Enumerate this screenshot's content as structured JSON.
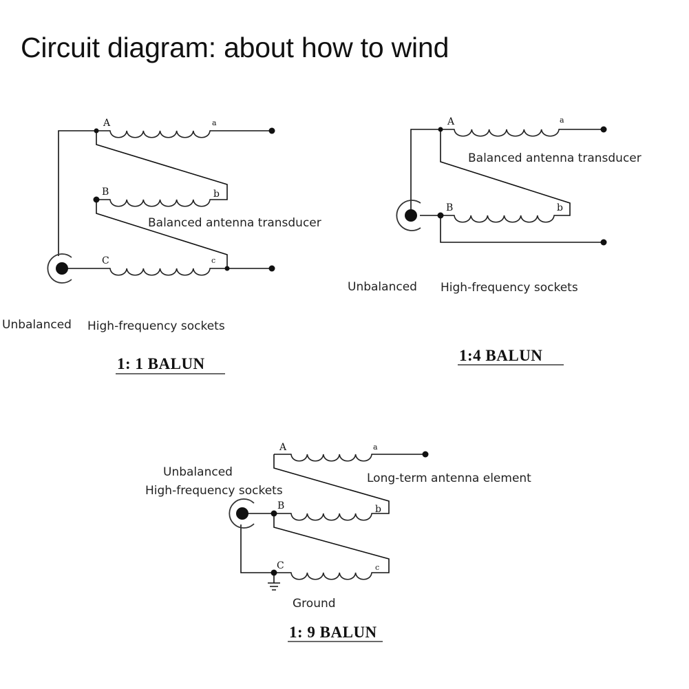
{
  "title": "Circuit diagram: about how to wind",
  "d1": {
    "tags": {
      "A": "A",
      "a": "a",
      "B": "B",
      "b": "b",
      "C": "C",
      "c": "c"
    },
    "label_transducer": "Balanced antenna transducer",
    "label_unbalanced": "Unbalanced",
    "label_sockets": "High-frequency sockets",
    "caption": "1: 1 BALUN"
  },
  "d2": {
    "tags": {
      "A": "A",
      "a": "a",
      "B": "B",
      "b": "b"
    },
    "label_transducer": "Balanced antenna transducer",
    "label_unbalanced": "Unbalanced",
    "label_sockets": "High-frequency sockets",
    "caption": "1:4 BALUN"
  },
  "d3": {
    "tags": {
      "A": "A",
      "a": "a",
      "B": "B",
      "b": "b",
      "C": "C",
      "c": "c"
    },
    "label_unbalanced": "Unbalanced",
    "label_sockets": "High-frequency sockets",
    "label_element": "Long-term antenna element",
    "label_ground": "Ground",
    "caption": "1: 9 BALUN"
  }
}
